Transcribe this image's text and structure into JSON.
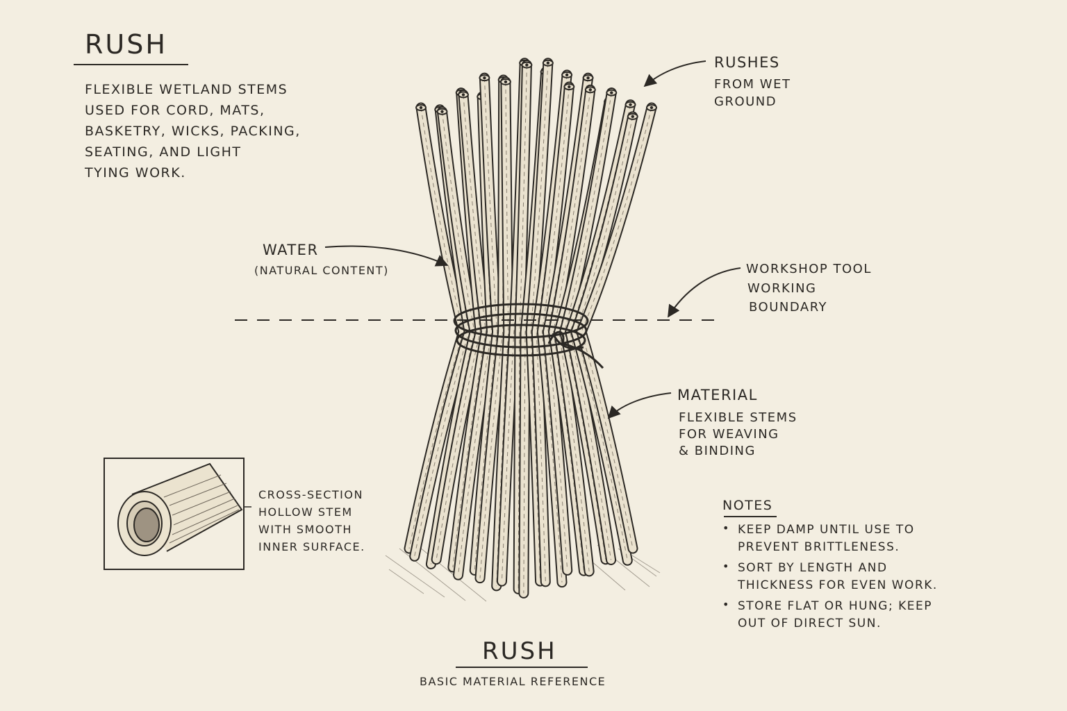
{
  "header": {
    "title": "RUSH",
    "description_lines": [
      "FLEXIBLE WETLAND STEMS",
      "USED FOR CORD, MATS,",
      "BASKETRY, WICKS, PACKING,",
      "SEATING, AND LIGHT",
      "TYING WORK."
    ]
  },
  "labels": {
    "rushes": {
      "title": "RUSHES",
      "sub": [
        "FROM WET",
        "GROUND"
      ]
    },
    "water": {
      "title": "WATER",
      "sub": "(NATURAL CONTENT)"
    },
    "workshop": {
      "lines": [
        "WORKSHOP TOOL",
        "WORKING",
        "BOUNDARY"
      ]
    },
    "material": {
      "title": "MATERIAL",
      "sub": [
        "FLEXIBLE STEMS",
        "FOR WEAVING",
        "& BINDING"
      ]
    },
    "cross_section": {
      "lines": [
        "CROSS-SECTION",
        "HOLLOW STEM",
        "WITH SMOOTH",
        "INNER SURFACE."
      ]
    }
  },
  "notes": {
    "heading": "NOTES",
    "items": [
      [
        "KEEP DAMP UNTIL USE TO",
        "PREVENT BRITTLENESS."
      ],
      [
        "SORT BY LENGTH AND",
        "THICKNESS FOR EVEN WORK."
      ],
      [
        "STORE FLAT OR HUNG; KEEP",
        "OUT OF DIRECT SUN."
      ]
    ]
  },
  "footer": {
    "title": "RUSH",
    "subtitle": "BASIC MATERIAL REFERENCE"
  },
  "colors": {
    "paper": "#f3eee1",
    "ink": "#2b2824",
    "stem_fill": "#eae2cf"
  }
}
